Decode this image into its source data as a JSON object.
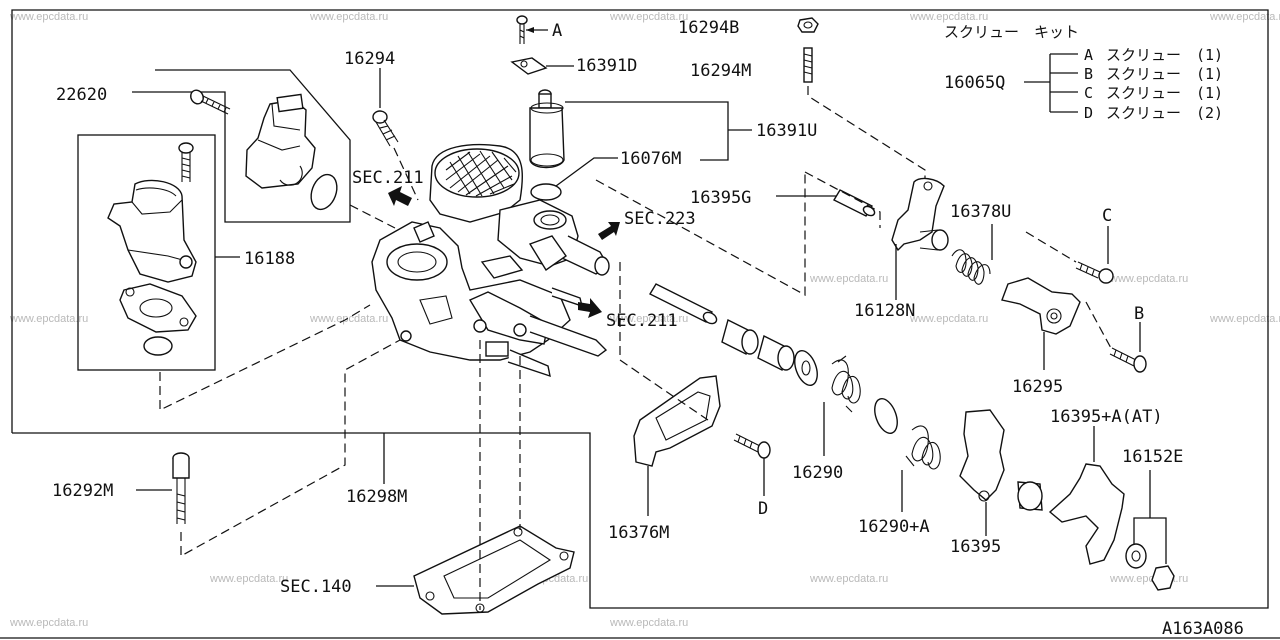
{
  "diagram_code": "A163A086",
  "watermark": "www.epcdata.ru",
  "kit": {
    "title": "スクリュー　キット",
    "part_no": "16065Q",
    "items": [
      {
        "letter": "A",
        "name": "スクリュー",
        "qty": "(1)"
      },
      {
        "letter": "B",
        "name": "スクリュー",
        "qty": "(1)"
      },
      {
        "letter": "C",
        "name": "スクリュー",
        "qty": "(1)"
      },
      {
        "letter": "D",
        "name": "スクリュー",
        "qty": "(2)"
      }
    ]
  },
  "labels": {
    "p22620": "22620",
    "p16294": "16294",
    "pA_top": "A",
    "p16391D": "16391D",
    "p16294B": "16294B",
    "p16294M": "16294M",
    "p16391U": "16391U",
    "p16076M": "16076M",
    "p16188": "16188",
    "sec211a": "SEC.211",
    "sec223": "SEC.223",
    "sec211b": "SEC.211",
    "p16395G": "16395G",
    "p16378U": "16378U",
    "pC": "C",
    "p16128N": "16128N",
    "pB": "B",
    "p16295": "16295",
    "p16395A_AT": "16395+A(AT)",
    "p16152E": "16152E",
    "p16290": "16290",
    "p16290A": "16290+A",
    "p16395": "16395",
    "p16376M": "16376M",
    "pD": "D",
    "p16292M": "16292M",
    "p16298M": "16298M",
    "sec140": "SEC.140"
  }
}
